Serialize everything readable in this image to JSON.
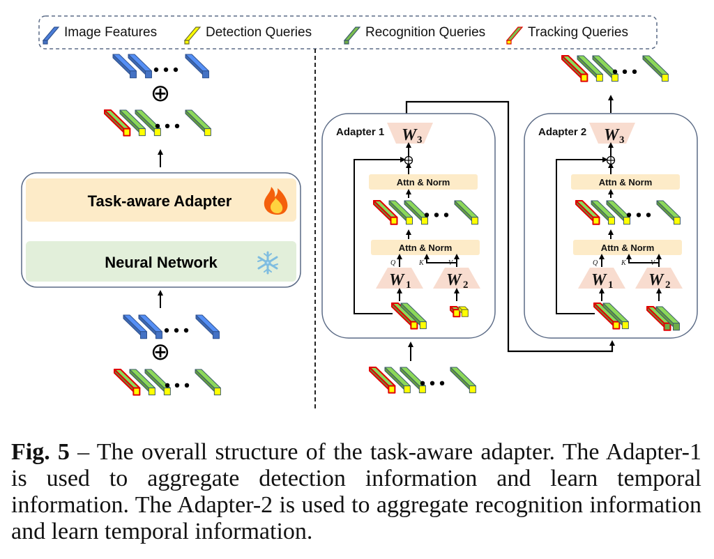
{
  "legend": {
    "items": [
      {
        "label": "Image Features",
        "kind": "image"
      },
      {
        "label": "Detection Queries",
        "kind": "detection"
      },
      {
        "label": "Recognition Queries",
        "kind": "recognition"
      },
      {
        "label": "Tracking Queries",
        "kind": "tracking"
      }
    ]
  },
  "colors": {
    "image_fill": "#4472c4",
    "image_stroke": "#2f528f",
    "detection_fill": "#ffff00",
    "recognition_fill": "#70ad47",
    "recognition_light": "#a9d18e",
    "tracking_stroke": "#e00000",
    "adapter_bg": "#fdebc8",
    "network_bg": "#e2efda",
    "weight_fill": "#f8dccf",
    "box_stroke": "#5a6a85"
  },
  "left_panel": {
    "adapter_label": "Task-aware Adapter",
    "adapter_icon": "fire-icon",
    "network_label": "Neural Network",
    "network_icon": "snowflake-icon",
    "ellipsis": "• • •",
    "plus_symbol": "⊕"
  },
  "adapter1": {
    "title": "Adapter 1",
    "w3": "W",
    "w3_sub": "3",
    "w1": "W",
    "w1_sub": "1",
    "w2": "W",
    "w2_sub": "2",
    "attn_top": "Attn & Norm",
    "attn_bottom": "Attn & Norm",
    "q": "Q",
    "k": "K",
    "v": "V"
  },
  "adapter2": {
    "title": "Adapter 2",
    "w3": "W",
    "w3_sub": "3",
    "w1": "W",
    "w1_sub": "1",
    "w2": "W",
    "w2_sub": "2",
    "attn_top": "Attn & Norm",
    "attn_bottom": "Attn & Norm",
    "q": "Q",
    "k": "K",
    "v": "V"
  },
  "caption": {
    "label": "Fig. 5",
    "text": " – The overall structure of the task-aware adapter. The Adapter-1 is used to aggregate detection information and learn temporal information. The Adapter-2 is used to aggregate recognition information and learn temporal information."
  }
}
